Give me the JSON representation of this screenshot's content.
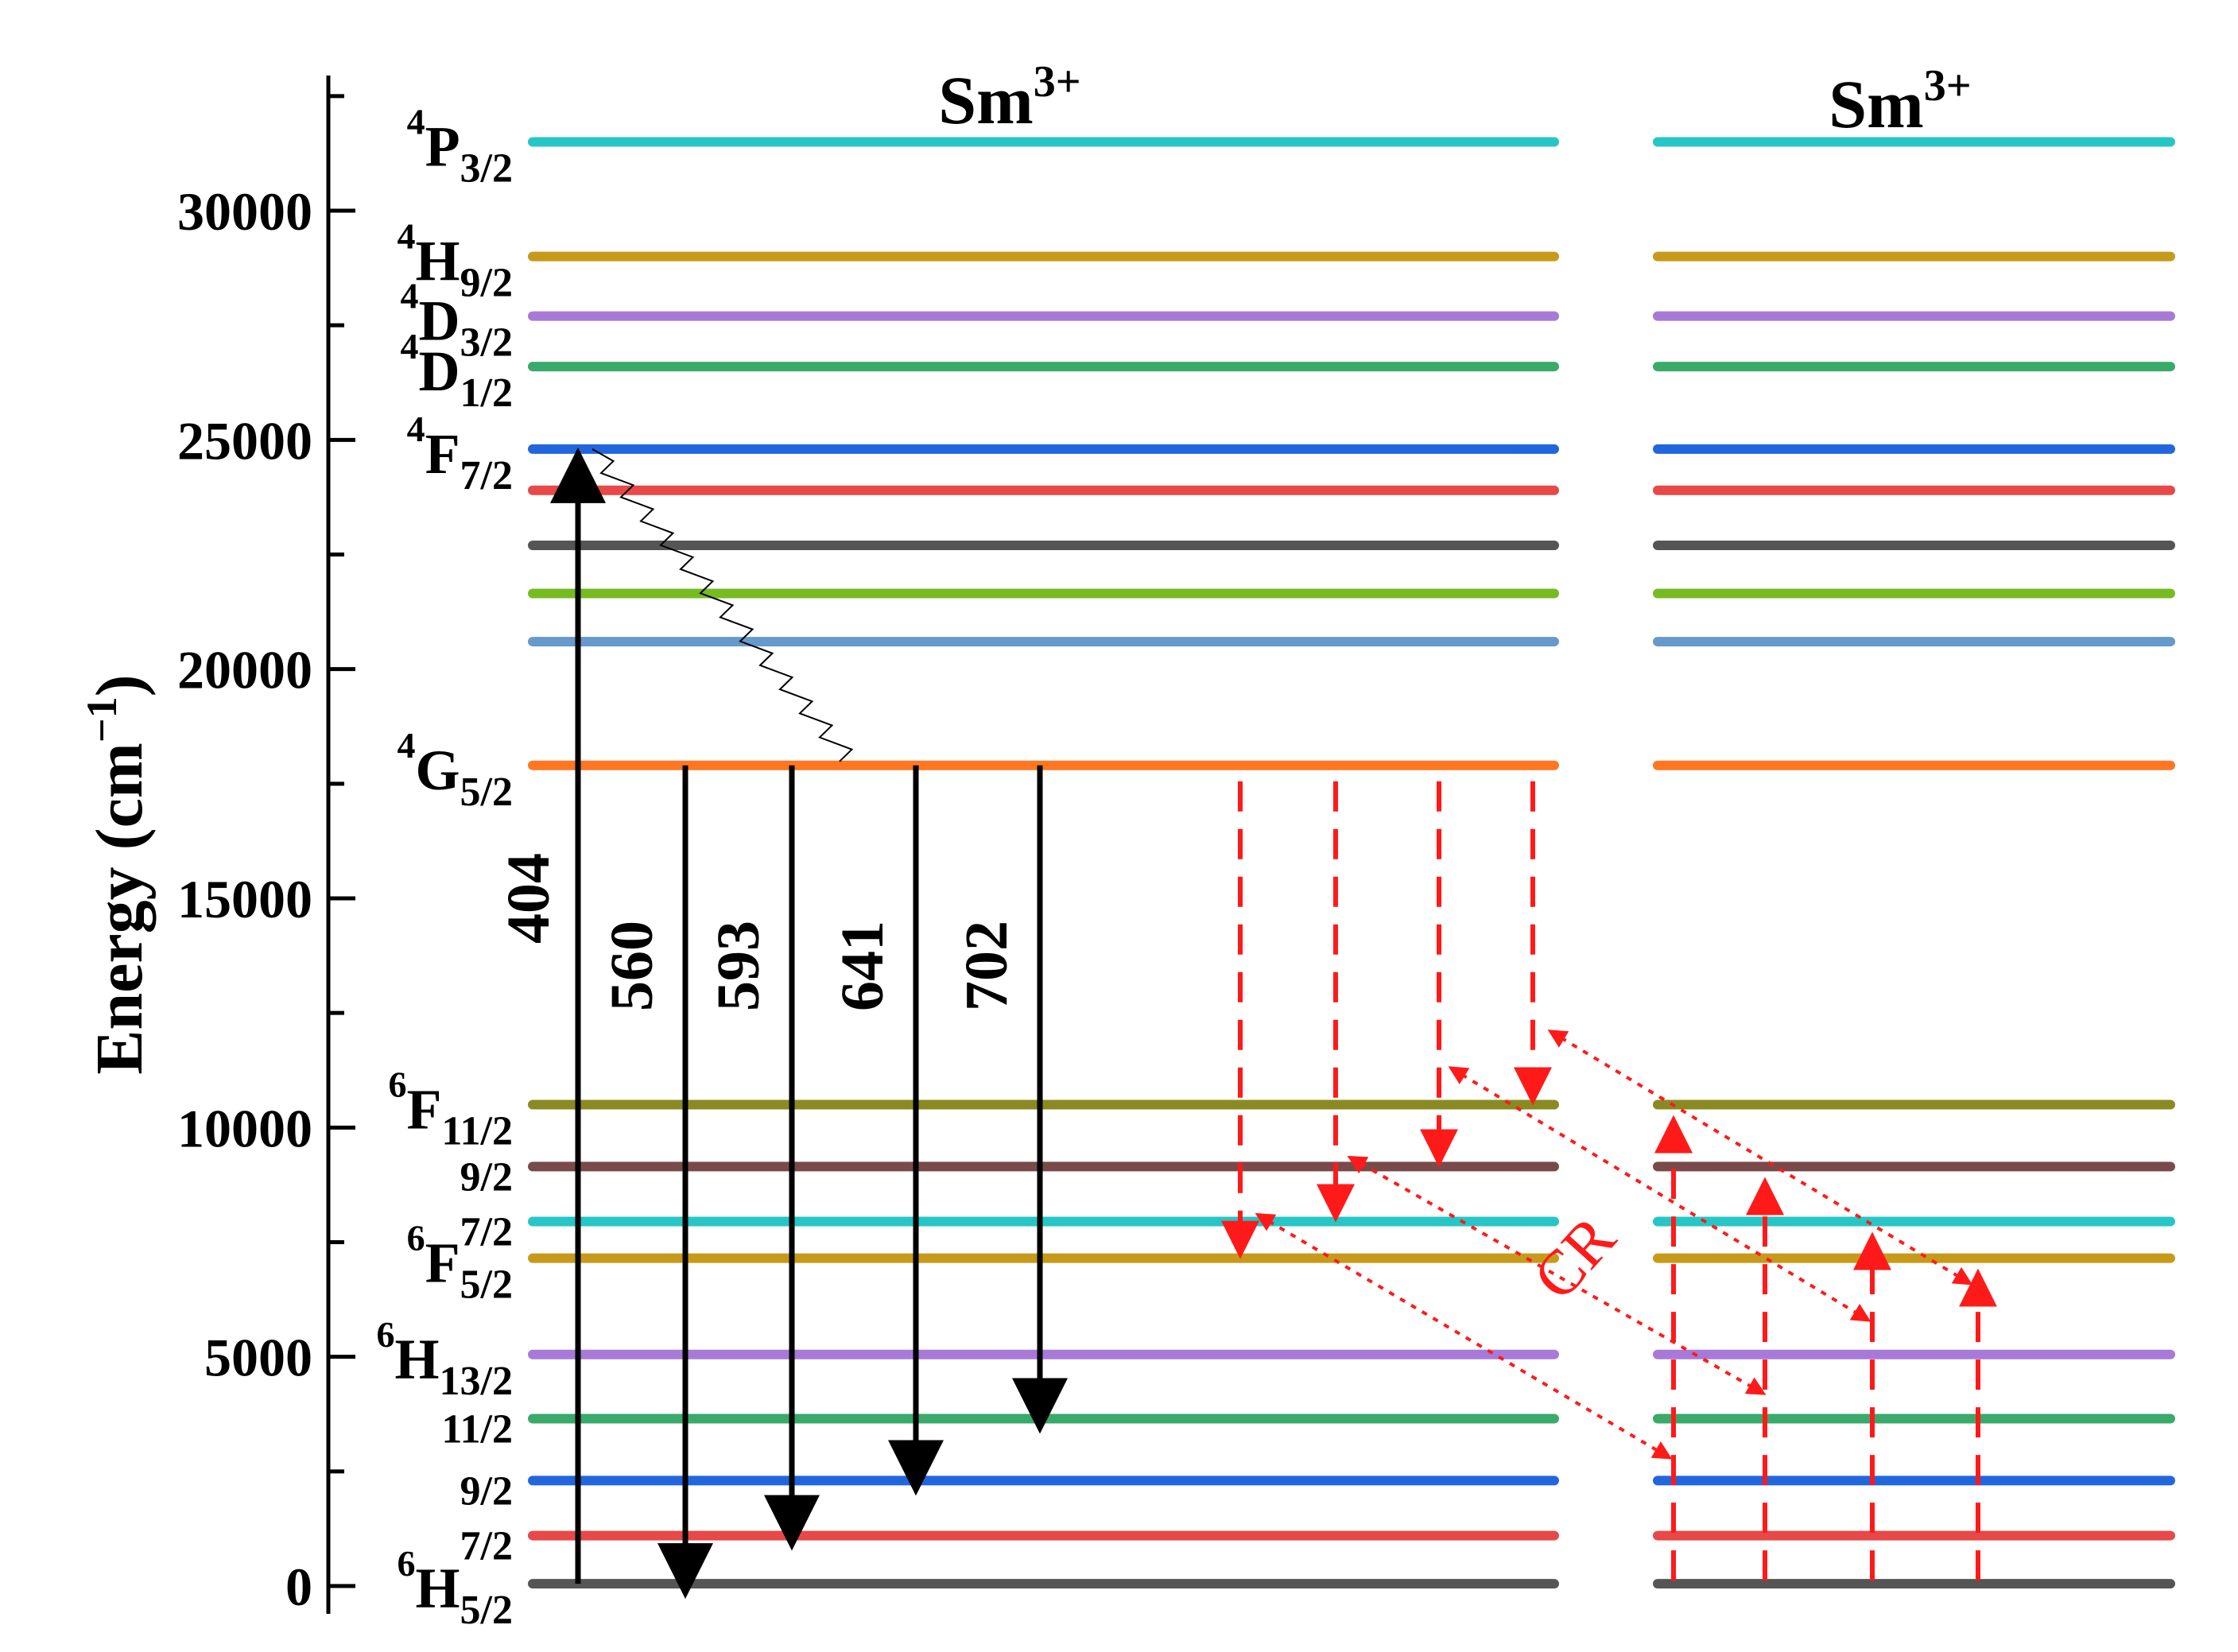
{
  "axis": {
    "label": "Energy (cm",
    "label_sup": "−1",
    "label_close": ")",
    "ticks": [
      {
        "value": 0,
        "label": "0"
      },
      {
        "value": 5000,
        "label": "5000"
      },
      {
        "value": 10000,
        "label": "10000"
      },
      {
        "value": 15000,
        "label": "15000"
      },
      {
        "value": 20000,
        "label": "20000"
      },
      {
        "value": 25000,
        "label": "25000"
      },
      {
        "value": 30000,
        "label": "30000"
      }
    ],
    "range": [
      0,
      32000
    ]
  },
  "ion_labels": {
    "left": {
      "base": "Sm",
      "sup": "3+"
    },
    "right": {
      "base": "Sm",
      "sup": "3+"
    }
  },
  "levels": [
    {
      "energy": 31500,
      "color": "#26c6c6"
    },
    {
      "energy": 29000,
      "color": "#c89a1a"
    },
    {
      "energy": 27700,
      "color": "#a87ad8"
    },
    {
      "energy": 26600,
      "color": "#3aaa6a"
    },
    {
      "energy": 24800,
      "color": "#2266dd"
    },
    {
      "energy": 23900,
      "color": "#e84848"
    },
    {
      "energy": 22700,
      "color": "#555555"
    },
    {
      "energy": 21650,
      "color": "#77bb22"
    },
    {
      "energy": 20600,
      "color": "#6699cc"
    },
    {
      "energy": 17900,
      "color": "#ff7722"
    },
    {
      "energy": 10500,
      "color": "#8a8a22"
    },
    {
      "energy": 9150,
      "color": "#7a4a4a"
    },
    {
      "energy": 7950,
      "color": "#26c6c6"
    },
    {
      "energy": 7150,
      "color": "#c89a1a"
    },
    {
      "energy": 5050,
      "color": "#a87ad8"
    },
    {
      "energy": 3650,
      "color": "#3aaa6a"
    },
    {
      "energy": 2300,
      "color": "#2266dd"
    },
    {
      "energy": 1100,
      "color": "#e84848"
    },
    {
      "energy": 50,
      "color": "#555555"
    }
  ],
  "level_labels": [
    {
      "energy": 31500,
      "pre": "4",
      "base": "P",
      "sub": "3/2"
    },
    {
      "energy": 29000,
      "pre": "4",
      "base": "H",
      "sub": "9/2"
    },
    {
      "energy": 27700,
      "pre": "4",
      "base": "D",
      "sub": "3/2"
    },
    {
      "energy": 26600,
      "pre": "4",
      "base": "D",
      "sub": "1/2"
    },
    {
      "energy": 24800,
      "pre": "4",
      "base": "F",
      "sub": "7/2"
    },
    {
      "energy": 17900,
      "pre": "4",
      "base": "G",
      "sub": "5/2"
    },
    {
      "energy": 10500,
      "pre": "6",
      "base": "F",
      "sub": "11/2"
    },
    {
      "energy": 9150,
      "pre": "",
      "base": "",
      "sub": "9/2"
    },
    {
      "energy": 7950,
      "pre": "",
      "base": "",
      "sub": "7/2"
    },
    {
      "energy": 7150,
      "pre": "6",
      "base": "F",
      "sub": "5/2"
    },
    {
      "energy": 5050,
      "pre": "6",
      "base": "H",
      "sub": "13/2"
    },
    {
      "energy": 3650,
      "pre": "",
      "base": "",
      "sub": "11/2"
    },
    {
      "energy": 2300,
      "pre": "",
      "base": "",
      "sub": "9/2"
    },
    {
      "energy": 1100,
      "pre": "",
      "base": "",
      "sub": "7/2"
    },
    {
      "energy": 50,
      "pre": "6",
      "base": "H",
      "sub": "5/2"
    }
  ],
  "excitation": {
    "label": "404",
    "from": 50,
    "to": 24800
  },
  "emissions": [
    {
      "label": "560",
      "from": 17900,
      "to": 50
    },
    {
      "label": "593",
      "from": 17900,
      "to": 1100
    },
    {
      "label": "641",
      "from": 17900,
      "to": 2300
    },
    {
      "label": "702",
      "from": 17900,
      "to": 3650
    }
  ],
  "cross_relaxation": {
    "label": "CR",
    "color": "#ff1a1a",
    "down": [
      {
        "from": 17900,
        "to": 7150
      },
      {
        "from": 17900,
        "to": 7950
      },
      {
        "from": 17900,
        "to": 9150
      },
      {
        "from": 17900,
        "to": 10500
      }
    ],
    "up": [
      {
        "from": 50,
        "to": 10500
      },
      {
        "from": 50,
        "to": 9150
      },
      {
        "from": 50,
        "to": 7950
      },
      {
        "from": 50,
        "to": 7150
      }
    ]
  }
}
